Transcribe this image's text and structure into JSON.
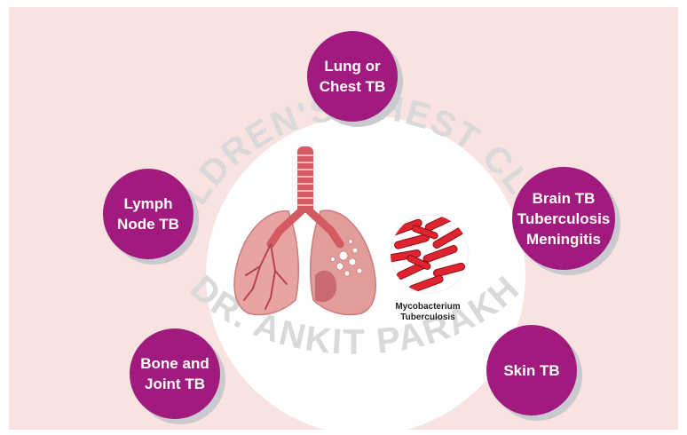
{
  "watermark": {
    "top_text": "CHILDREN'S CHEST CLINIC",
    "bottom_text": "DR. ANKIT PARAKH"
  },
  "bubbles": {
    "lung": [
      "Lung or",
      "Chest TB"
    ],
    "lymph": [
      "Lymph",
      "Node TB"
    ],
    "brain": [
      "Brain TB",
      "Tuberculosis",
      "Meningitis"
    ],
    "bone": [
      "Bone and",
      "Joint TB"
    ],
    "skin": [
      "Skin TB"
    ]
  },
  "bacteria_label": [
    "Mycobacterium",
    "Tuberculosis"
  ],
  "colors": {
    "background": "#f8e3e1",
    "bubble": "#a11b7e",
    "lung": "#e29c9a",
    "trachea": "#d45a62",
    "bacteria": "#e0242f"
  }
}
